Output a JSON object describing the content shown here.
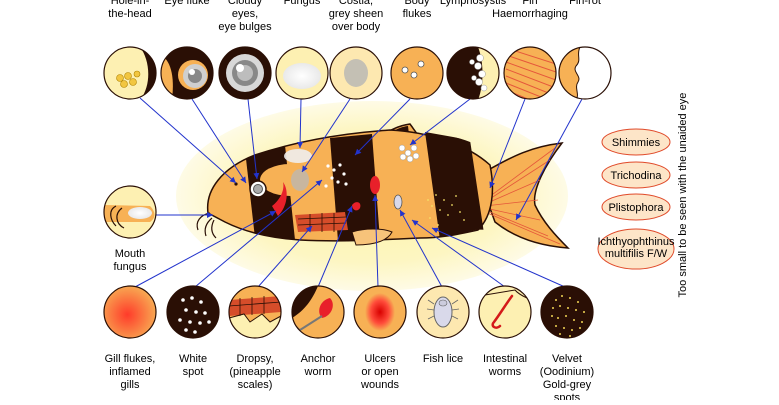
{
  "top_labels": [
    [
      "Hole-in-",
      "the-head"
    ],
    [
      "Eye fluke"
    ],
    [
      "Cloudy",
      "eyes,",
      "eye bulges"
    ],
    [
      "Fungus"
    ],
    [
      "Costia,",
      "grey sheen",
      "over body"
    ],
    [
      "Body",
      "flukes"
    ],
    [
      "Lymphosystis"
    ],
    [
      "Fin",
      "Haemorrhaging"
    ],
    [
      "Fin-rot"
    ]
  ],
  "left_label": [
    "Mouth",
    "fungus"
  ],
  "bottom_labels": [
    [
      "Gill flukes,",
      "inflamed",
      "gills"
    ],
    [
      "White",
      "spot"
    ],
    [
      "Dropsy,",
      "(pineapple",
      "scales)"
    ],
    [
      "Anchor",
      "worm"
    ],
    [
      "Ulcers",
      "or open",
      "wounds"
    ],
    [
      "Fish lice"
    ],
    [
      "Intestinal",
      "worms"
    ],
    [
      "Velvet",
      "(Oodinium)",
      "Gold-grey",
      "spots"
    ]
  ],
  "right_ovals": [
    "Shimmies",
    "Trichodina",
    "Plistophora",
    [
      "Ichthyophthinus",
      "multifilis F/W"
    ]
  ],
  "side_text": "Too small to be seen with the unaided eye",
  "colors": {
    "glow": "#fdf6b6",
    "fish_orange": "#f7b155",
    "fish_dark": "#2a0f05",
    "oval_fill": "#fde5c8",
    "oval_stroke": "#e04a2a",
    "arrow": "#2233cc"
  }
}
